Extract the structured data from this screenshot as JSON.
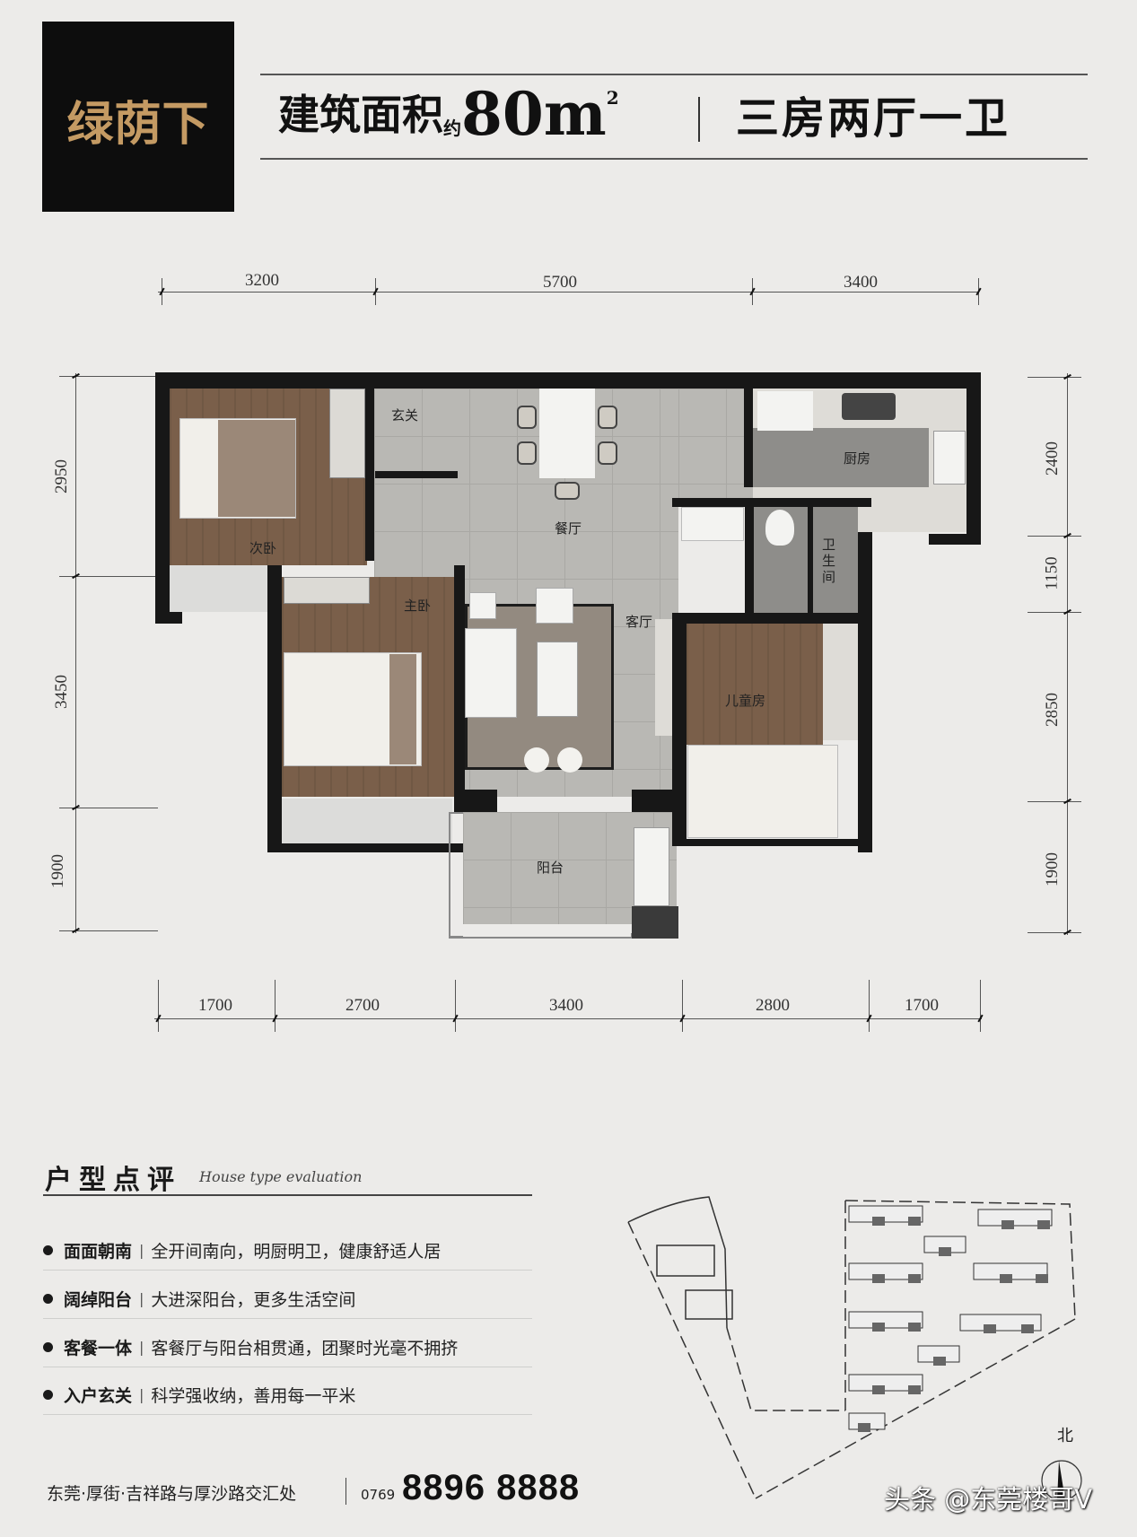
{
  "header": {
    "project_name": "绿荫下",
    "area_label": "建筑面积",
    "approx_label": "约",
    "area_value": "80m",
    "area_unit_sup": "2",
    "layout": "三房两厅一卫",
    "brand_color": "#c49a63"
  },
  "dimensions": {
    "top": [
      "3200",
      "5700",
      "3400"
    ],
    "bottom": [
      "1700",
      "2700",
      "3400",
      "2800",
      "1700"
    ],
    "left": [
      "2950",
      "3450",
      "1900"
    ],
    "right": [
      "2400",
      "1150",
      "2850",
      "1900"
    ]
  },
  "rooms": {
    "entrance": "玄关",
    "dining": "餐厅",
    "kitchen": "厨房",
    "second_bedroom": "次卧",
    "master_bedroom": "主卧",
    "living": "客厅",
    "bathroom": "卫生间",
    "kids_room": "儿童房",
    "balcony": "阳台"
  },
  "evaluation": {
    "title": "户型点评",
    "subtitle": "House type evaluation",
    "items": [
      {
        "key": "面面朝南",
        "value": "全开间南向，明厨明卫，健康舒适人居"
      },
      {
        "key": "阔绰阳台",
        "value": "大进深阳台，更多生活空间"
      },
      {
        "key": "客餐一体",
        "value": "客餐厅与阳台相贯通，团聚时光毫不拥挤"
      },
      {
        "key": "入户玄关",
        "value": "科学强收纳，善用每一平米"
      }
    ]
  },
  "footer": {
    "address": "东莞·厚街·吉祥路与厚沙路交汇处",
    "area_code": "0769",
    "phone": "8896 8888"
  },
  "site_plan": {
    "north_label": "北"
  },
  "watermark": "头条 @东莞楼哥V"
}
